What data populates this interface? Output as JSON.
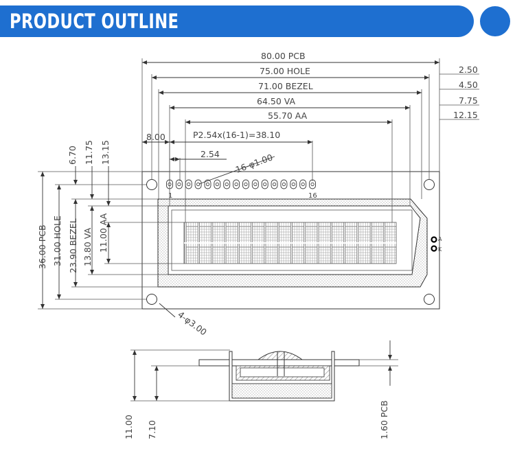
{
  "header": {
    "title": "PRODUCT OUTLINE"
  },
  "dimensions": {
    "pcb_width": "80.00 PCB",
    "hole_width": "75.00 HOLE",
    "bezel_width": "71.00 BEZEL",
    "va_width": "64.50 VA",
    "aa_width": "55.70 AA",
    "offset_hole": "2.50",
    "offset_bezel": "4.50",
    "offset_va": "7.75",
    "offset_aa": "12.15",
    "pin_start": "8.00",
    "pin_pitch_formula": "P2.54x(16-1)=38.10",
    "pin_pitch": "2.54",
    "pin_holes": "16-φ1.00",
    "pin_first": "1",
    "pin_last": "16",
    "mount_holes": "4-φ3.00",
    "v_hole_offset": "6.70",
    "v_bezel_offset": "11.75",
    "v_va_offset": "13.15",
    "pcb_height": "36.00 PCB",
    "hole_height": "31.00 HOLE",
    "bezel_height": "23.90 BEZEL",
    "va_height": "13.80 VA",
    "aa_height": "11.00 AA",
    "anode_label": "A",
    "cathode_label": "K",
    "side_total": "11.00",
    "side_module": "7.10",
    "side_pcb": "1.60 PCB"
  }
}
